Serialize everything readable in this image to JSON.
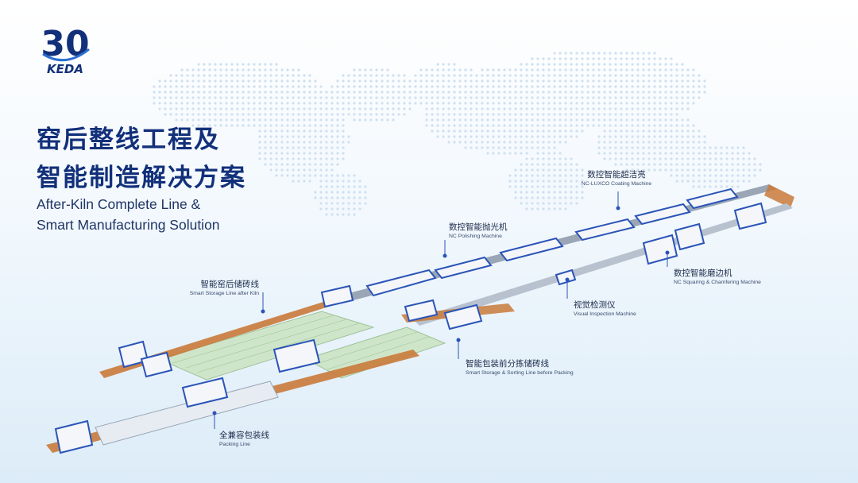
{
  "brand": {
    "logo_number": "30",
    "logo_wordmark": "KEDA",
    "primary_color": "#12307a",
    "accent_color": "#2a6fd1"
  },
  "title": {
    "cn_line1": "窑后整线工程及",
    "cn_line2": "智能制造解决方案",
    "en_line1": "After-Kiln Complete Line &",
    "en_line2": "Smart Manufacturing Solution"
  },
  "callouts": {
    "coating": {
      "cn": "数控智能超洁亮",
      "en": "NC-LUXCO Coating Machine"
    },
    "polishing": {
      "cn": "数控智能抛光机",
      "en": "NC Polishing Machine"
    },
    "squaring": {
      "cn": "数控智能磨边机",
      "en": "NC Squaring & Chamfering Machine"
    },
    "visual": {
      "cn": "视觉检测仪",
      "en": "Visual Inspection Machine"
    },
    "storage_kiln": {
      "cn": "智能窑后储砖线",
      "en": "Smart Storage Line after Kiln"
    },
    "sorting": {
      "cn": "智能包装前分拣储砖线",
      "en": "Smart Storage & Sorting Line before Packing"
    },
    "packing": {
      "cn": "全兼容包装线",
      "en": "Packing Line"
    }
  },
  "decor": {
    "map_dot_color": "#cfe0f0",
    "machine_blue": "#2b54b8",
    "machine_white": "#f4f6f9",
    "conveyor_color": "#c97a3a",
    "grid_green": "#cfe5c9"
  }
}
